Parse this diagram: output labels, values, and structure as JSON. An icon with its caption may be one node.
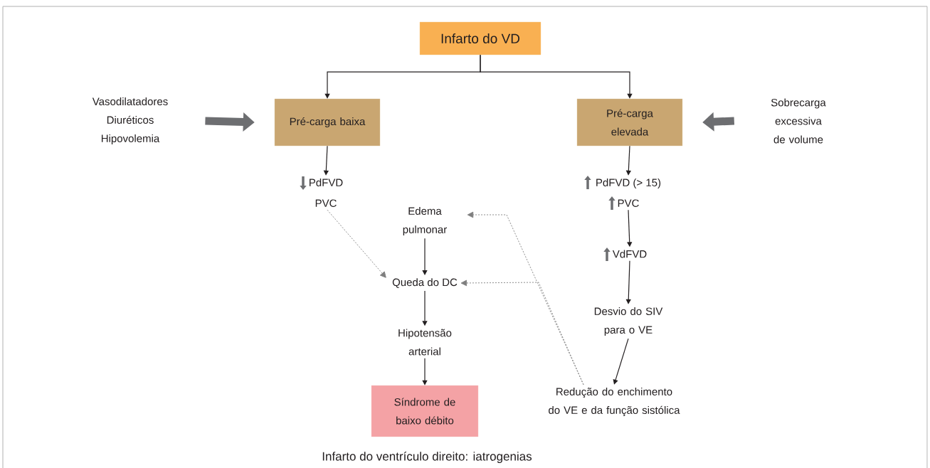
{
  "diagram": {
    "caption": "Infarto do ventrículo direito: iatrogenias",
    "nodes": [
      {
        "text": [
          "Infarto do VD"
        ]
      },
      {
        "text": [
          "Pré-carga baixa"
        ]
      },
      {
        "text": [
          "Pré-carga elevada"
        ]
      },
      {
        "text": [
          "Vasodilatadores",
          "Diuréticos",
          "Hipovolemia"
        ]
      },
      {
        "text": [
          "Sobrecarga excessiva de volume"
        ]
      },
      {
        "text": [
          "PdFVD",
          "PVC"
        ]
      },
      {
        "text": [
          "PdFVD (> 15)",
          "PVC"
        ]
      },
      {
        "text": [
          "VdFVD"
        ]
      },
      {
        "text": [
          "Desvio do SIV para o VE"
        ]
      },
      {
        "text": [
          "Redução do enchimento do VE e da função sistólica"
        ]
      },
      {
        "text": [
          "Edema pulmonar"
        ]
      },
      {
        "text": [
          "Queda do DC"
        ]
      },
      {
        "text": [
          "Hipotensão arterial"
        ]
      },
      {
        "text": [
          "Síndrome de baixo débito"
        ]
      }
    ],
    "edges": [
      {
        "from": 0,
        "to": 1,
        "arrow": "to"
      },
      {
        "from": 0,
        "to": 2,
        "arrow": "to"
      },
      {
        "from": 3,
        "to": 1,
        "arrow": "to",
        "style": "thick",
        "color": "#6d6e71"
      },
      {
        "from": 4,
        "to": 2,
        "arrow": "to",
        "style": "thick",
        "color": "#6d6e71"
      },
      {
        "from": 1,
        "to": 5,
        "arrow": "to"
      },
      {
        "from": 2,
        "to": 6,
        "arrow": "to"
      },
      {
        "from": 6,
        "to": 7,
        "arrow": "to"
      },
      {
        "from": 7,
        "to": 8,
        "arrow": "to"
      },
      {
        "from": 8,
        "to": 9,
        "arrow": "to"
      },
      {
        "from": 10,
        "to": 11,
        "arrow": "to"
      },
      {
        "from": 11,
        "to": 12,
        "arrow": "to"
      },
      {
        "from": 12,
        "to": 13,
        "arrow": "to"
      },
      {
        "from": 5,
        "to": 11,
        "arrow": "to",
        "style": "dashed",
        "color": "#7f7f7f"
      },
      {
        "from": 9,
        "to": 10,
        "arrow": "to",
        "style": "dashed",
        "color": "#7f7f7f"
      },
      {
        "from": 9,
        "to": 11,
        "arrow": "to",
        "style": "dashed",
        "color": "#7f7f7f"
      }
    ]
  }
}
